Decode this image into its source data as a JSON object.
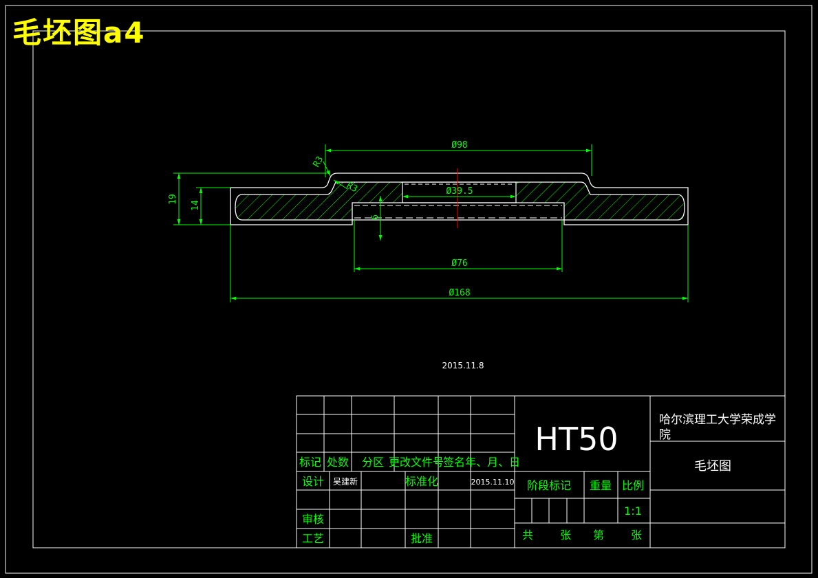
{
  "sheet_title": "毛坯图a4",
  "date_text": "2015.11.8",
  "dimensions": {
    "outer_diameter": "Ø168",
    "boss_diameter": "Ø98",
    "recess_diameter": "Ø76",
    "bore_diameter": "Ø39.5",
    "total_height": "19",
    "flange_height": "14",
    "recess_depth": "6",
    "fillet_radius_1": "R3",
    "fillet_radius_2": "R3"
  },
  "title_block": {
    "material": "HT50",
    "school": "哈尔滨理工大学荣成学院",
    "drawing_name": "毛坯图",
    "header_labels": [
      "标记",
      "处数",
      "分区",
      "更改文件号",
      "签名",
      "年、月、日"
    ],
    "design_label": "设计",
    "designer": "吴建新",
    "design_date": "2015.11.10",
    "standardize_label": "标准化",
    "review_label": "审核",
    "process_label": "工艺",
    "approve_label": "批准",
    "stage_mark_label": "阶段标记",
    "weight_label": "重量",
    "scale_label": "比例",
    "scale_value": "1:1",
    "total_label": "共",
    "sheets_label_1": "张",
    "page_label": "第",
    "sheets_label_2": "张"
  },
  "colors": {
    "background": "#000000",
    "frame": "#ffffff",
    "dimension": "#00ff00",
    "title": "#ffff00",
    "centerline": "#ff0000"
  }
}
